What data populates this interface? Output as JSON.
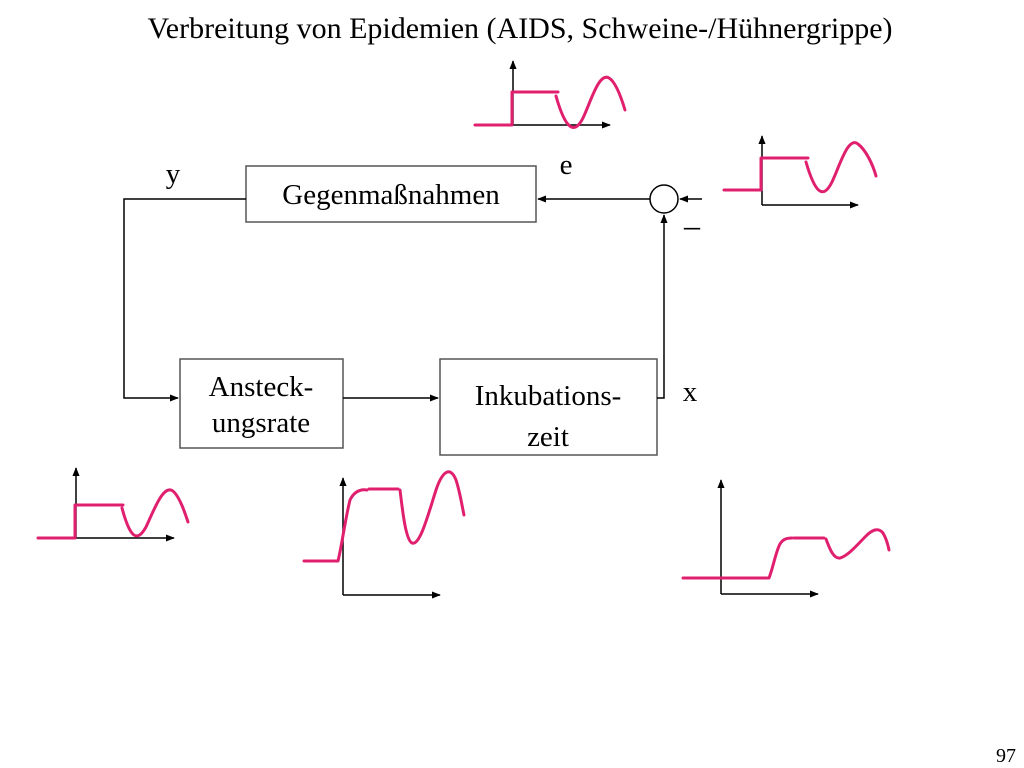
{
  "title": "Verbreitung von Epidemien (AIDS, Schweine-/Hühnergrippe)",
  "blocks": {
    "gegenmassnahmen": "Gegenmaßnahmen",
    "ansteckungsrate_line1": "Ansteck-",
    "ansteckungsrate_line2": "ungsrate",
    "inkubationszeit_line1": "Inkubations-",
    "inkubationszeit_line2": "zeit"
  },
  "signals": {
    "y": "y",
    "e": "e",
    "x": "x",
    "minus": "–"
  },
  "slide_number": "97",
  "colors": {
    "signal_curve": "#e0206e",
    "lines": "#000000",
    "box_border": "#555555"
  }
}
